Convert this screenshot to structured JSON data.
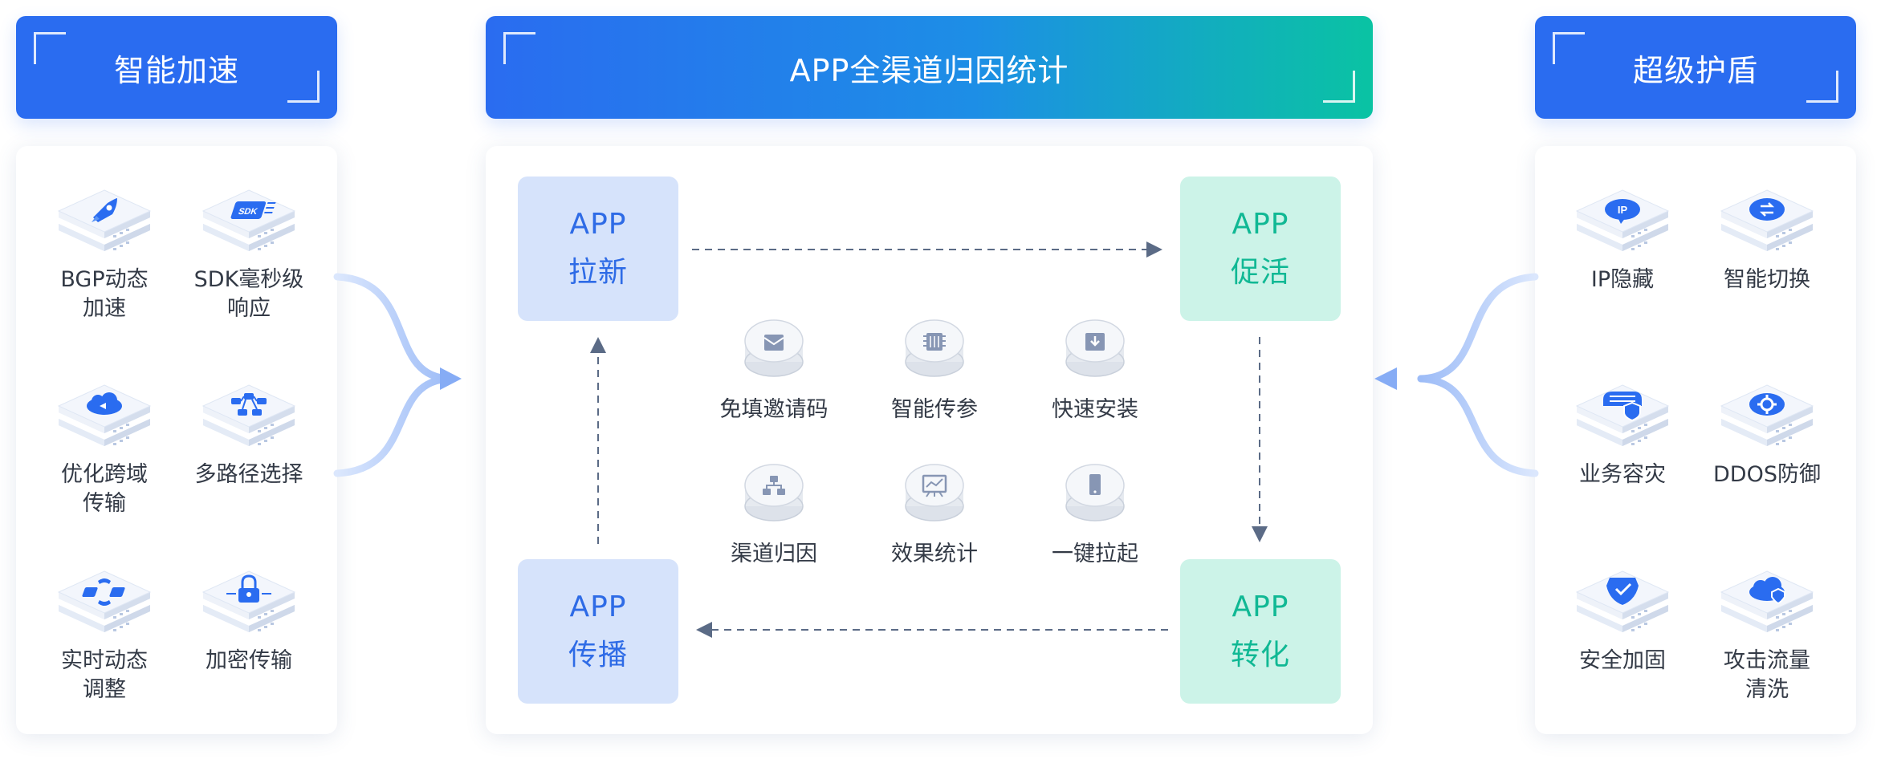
{
  "headers": {
    "left": "智能加速",
    "center": "APP全渠道归因统计",
    "right": "超级护盾"
  },
  "left_features": [
    {
      "label": "BGP动态\n加速",
      "icon": "rocket-icon"
    },
    {
      "label": "SDK毫秒级\n响应",
      "icon": "sdk-icon"
    },
    {
      "label": "优化跨域\n传输",
      "icon": "cloud-transfer-icon"
    },
    {
      "label": "多路径选择",
      "icon": "network-icon"
    },
    {
      "label": "实时动态\n调整",
      "icon": "sync-icon"
    },
    {
      "label": "加密传输",
      "icon": "lock-icon"
    }
  ],
  "right_features": [
    {
      "label": "IP隐藏",
      "icon": "ip-hide-icon"
    },
    {
      "label": "智能切换",
      "icon": "switch-icon"
    },
    {
      "label": "业务容灾",
      "icon": "disaster-recovery-icon"
    },
    {
      "label": "DDOS防御",
      "icon": "gear-shield-icon"
    },
    {
      "label": "安全加固",
      "icon": "shield-check-icon"
    },
    {
      "label": "攻击流量\n清洗",
      "icon": "cloud-clean-icon"
    }
  ],
  "stages": {
    "new": {
      "line1": "APP",
      "line2": "拉新"
    },
    "activate": {
      "line1": "APP",
      "line2": "促活"
    },
    "convert": {
      "line1": "APP",
      "line2": "转化"
    },
    "spread": {
      "line1": "APP",
      "line2": "传播"
    }
  },
  "center_features": [
    {
      "label": "免填邀请码",
      "icon": "envelope-icon"
    },
    {
      "label": "智能传参",
      "icon": "chip-icon"
    },
    {
      "label": "快速安装",
      "icon": "download-box-icon"
    },
    {
      "label": "渠道归因",
      "icon": "hierarchy-icon"
    },
    {
      "label": "效果统计",
      "icon": "chart-board-icon"
    },
    {
      "label": "一键拉起",
      "icon": "phone-icon"
    }
  ],
  "colors": {
    "primary_blue": "#2a6cf0",
    "accent_green": "#0ac3a3",
    "stage_blue_bg": "#d6e3fb",
    "stage_green_bg": "#ccf3e8",
    "arrow_gray": "#5b6b86"
  }
}
